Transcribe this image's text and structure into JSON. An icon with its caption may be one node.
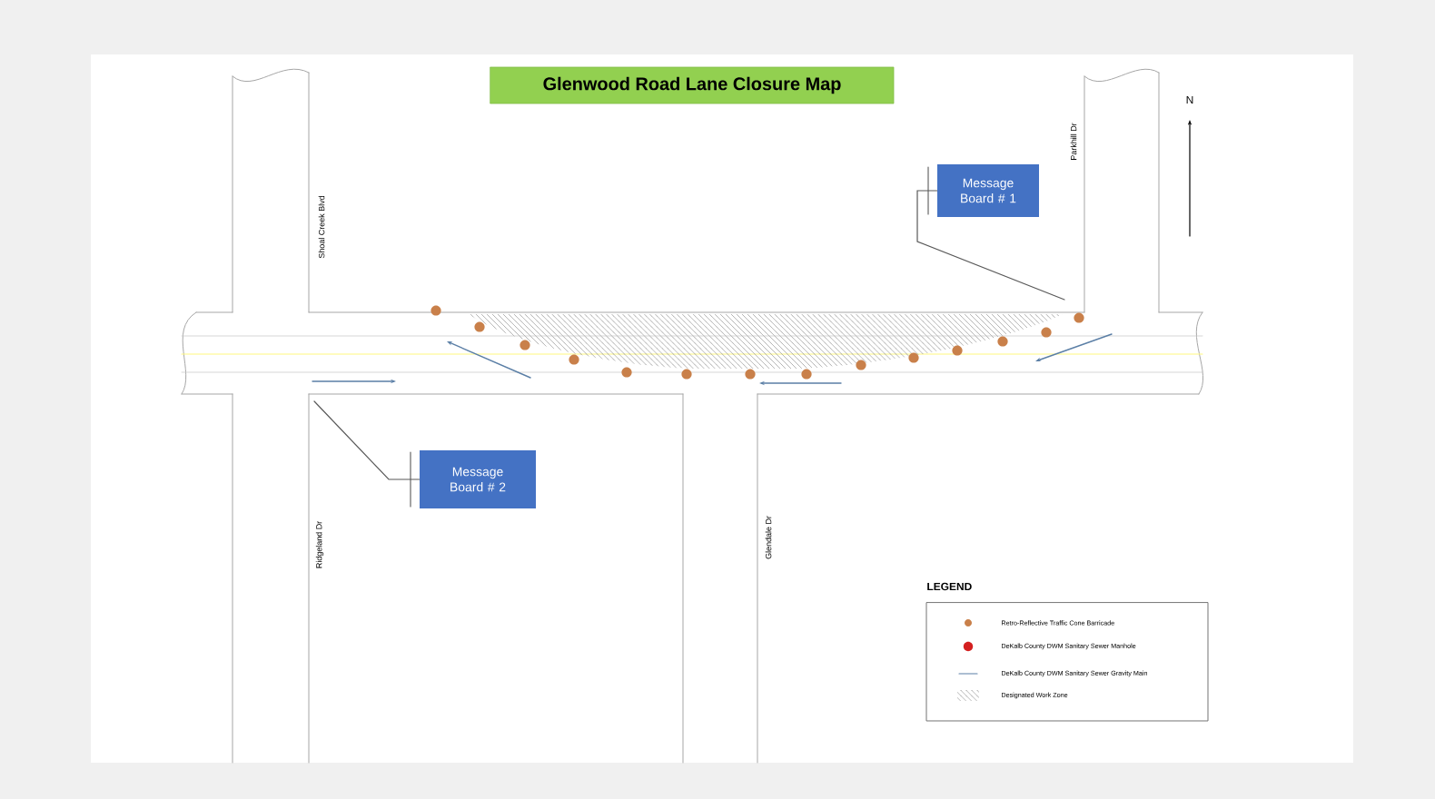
{
  "diagram": {
    "title": "Glenwood Road Lane Closure Map",
    "nodes": [
      {
        "text": [
          "Message Board # 1"
        ]
      },
      {
        "text": [
          "Message Board # 2"
        ]
      }
    ],
    "edges": [
      {
        "from": 0,
        "to": null,
        "arrow": "none"
      },
      {
        "from": 1,
        "to": null,
        "arrow": "none"
      }
    ],
    "labels": [
      "N",
      "Shoal Creek Blvd",
      "Parkhill Dr",
      "Ridgeland Dr",
      "Glendale Dr",
      "LEGEND"
    ],
    "legend": [
      {
        "text": "Retro-Reflective Traffic Cone Barricade",
        "color": "#c9804a"
      },
      {
        "text": "DeKalb County DWM Sanitary Sewer Manhole",
        "color": "#d42020"
      },
      {
        "text": "DeKalb County DWM Sanitary Sewer Gravity Main"
      },
      {
        "text": "Designated Work Zone"
      }
    ]
  }
}
